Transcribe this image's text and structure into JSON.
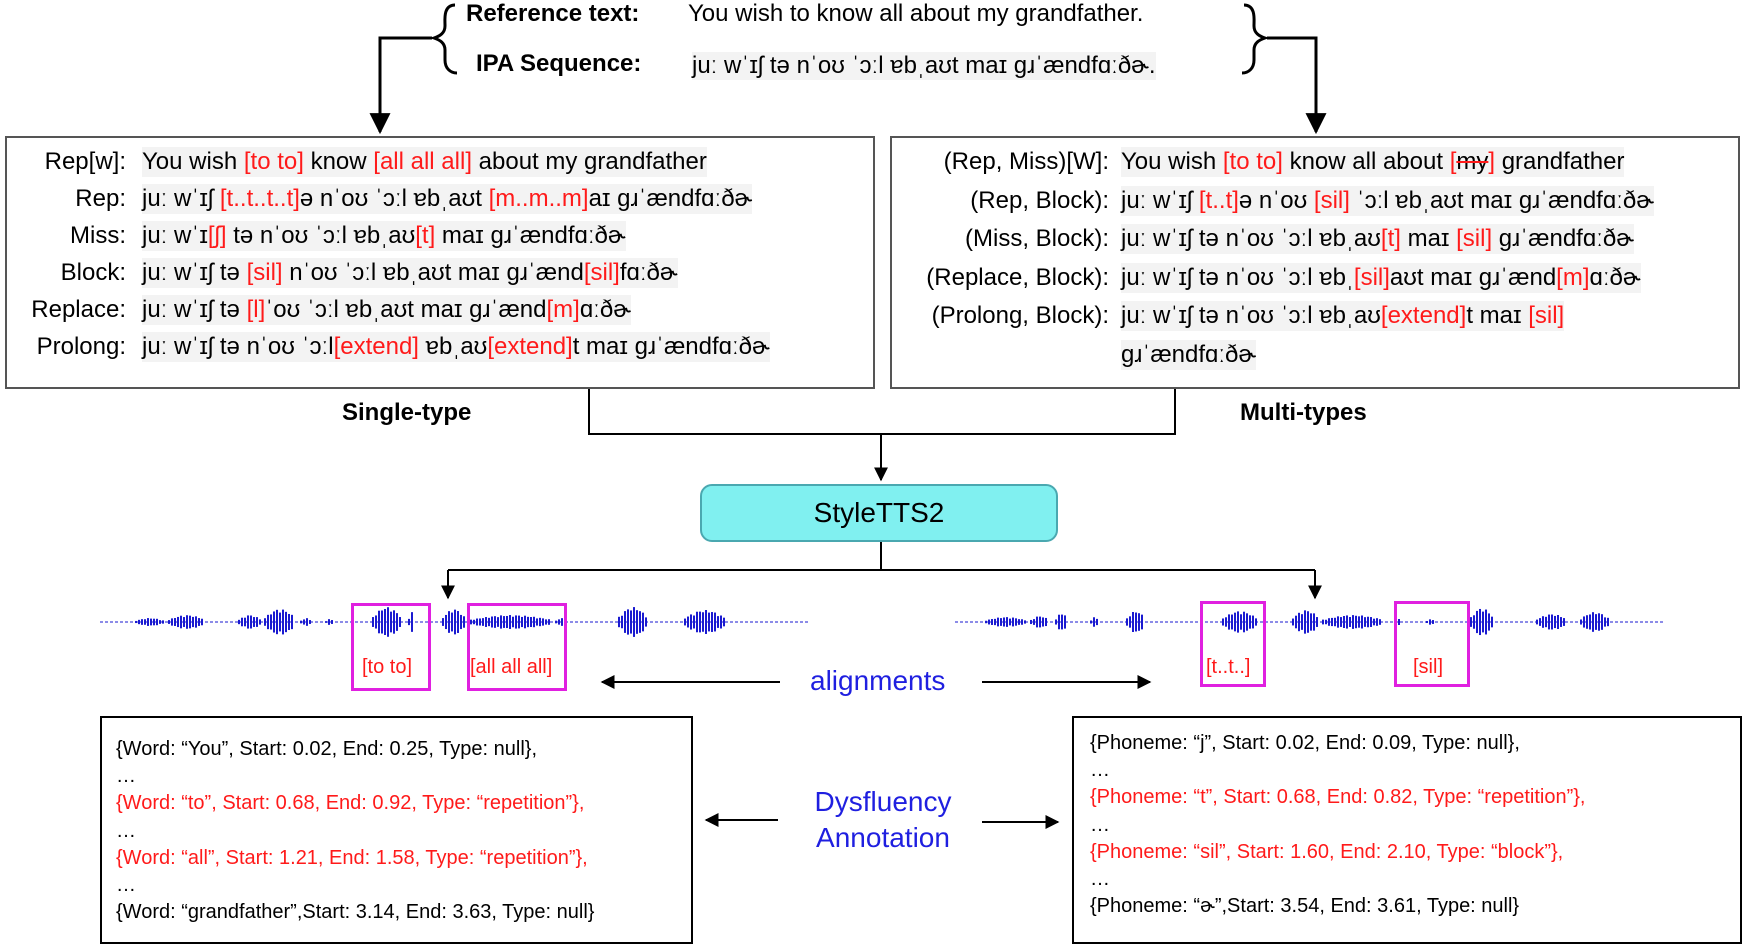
{
  "header": {
    "reference_label": "Reference text:",
    "reference_text": "You wish to know all about my grandfather.",
    "ipa_label": "IPA Sequence:",
    "ipa_text": "juː wˈɪʃ tə nˈoʊ ˈɔːl ɐbˌaʊt maɪ ɡɹˈændfɑːðɚ."
  },
  "single": {
    "caption": "Single-type",
    "rows": [
      {
        "label": "Rep[w]:",
        "parts": [
          [
            "You wish ",
            0
          ],
          [
            "[to to]",
            1
          ],
          [
            " know ",
            0
          ],
          [
            "[all all all]",
            1
          ],
          [
            " about my grandfather",
            0
          ]
        ]
      },
      {
        "label": "Rep:",
        "parts": [
          [
            "juː wˈɪʃ ",
            0
          ],
          [
            "[t..t..t..t]",
            1
          ],
          [
            "ə nˈoʊ ˈɔːl ɐbˌaʊt ",
            0
          ],
          [
            "[m..m..m]",
            1
          ],
          [
            "aɪ ɡɹˈændfɑːðɚ",
            0
          ]
        ]
      },
      {
        "label": "Miss:",
        "parts": [
          [
            "juː wˈɪ",
            0
          ],
          [
            "[ʃ]",
            1
          ],
          [
            " tə nˈoʊ ˈɔːl ɐbˌaʊ",
            0
          ],
          [
            "[t]",
            1
          ],
          [
            " maɪ ɡɹˈændfɑːðɚ",
            0
          ]
        ]
      },
      {
        "label": "Block:",
        "parts": [
          [
            "juː wˈɪʃ tə ",
            0
          ],
          [
            "[sil]",
            1
          ],
          [
            " nˈoʊ ˈɔːl ɐbˌaʊt maɪ ɡɹˈænd",
            0
          ],
          [
            "[sil]",
            1
          ],
          [
            "fɑːðɚ",
            0
          ]
        ]
      },
      {
        "label": "Replace:",
        "parts": [
          [
            "juː wˈɪʃ tə ",
            0
          ],
          [
            "[l]",
            1
          ],
          [
            "ˈoʊ ˈɔːl ɐbˌaʊt maɪ ɡɹˈænd",
            0
          ],
          [
            "[m]",
            1
          ],
          [
            "ɑːðɚ",
            0
          ]
        ]
      },
      {
        "label": "Prolong:",
        "parts": [
          [
            "juː wˈɪʃ tə nˈoʊ ˈɔːl",
            0
          ],
          [
            "[extend]",
            1
          ],
          [
            " ɐbˌaʊ",
            0
          ],
          [
            "[extend]",
            1
          ],
          [
            "t maɪ ɡɹˈændfɑːðɚ",
            0
          ]
        ]
      }
    ]
  },
  "multi": {
    "caption": "Multi-types",
    "rows": [
      {
        "label": "(Rep, Miss)[W]:",
        "parts": [
          [
            "You wish ",
            0
          ],
          [
            "[to to]",
            1
          ],
          [
            " know all about ",
            0
          ],
          [
            "[",
            1
          ],
          [
            "my",
            2
          ],
          [
            "]",
            1
          ],
          [
            " grandfather",
            0
          ]
        ]
      },
      {
        "label": "(Rep, Block):",
        "parts": [
          [
            "juː wˈɪʃ ",
            0
          ],
          [
            "[t..t]",
            1
          ],
          [
            "ə nˈoʊ ",
            0
          ],
          [
            "[sil]",
            1
          ],
          [
            " ˈɔːl ɐbˌaʊt maɪ ɡɹˈændfɑːðɚ",
            0
          ]
        ]
      },
      {
        "label": "(Miss, Block):",
        "parts": [
          [
            "juː wˈɪʃ tə nˈoʊ ˈɔːl ɐbˌaʊ",
            0
          ],
          [
            "[t]",
            1
          ],
          [
            " maɪ ",
            0
          ],
          [
            "[sil]",
            1
          ],
          [
            " ɡɹˈændfɑːðɚ",
            0
          ]
        ]
      },
      {
        "label": "(Replace, Block):",
        "parts": [
          [
            "juː wˈɪʃ tə nˈoʊ ˈɔːl ɐbˌ",
            0
          ],
          [
            "[sil]",
            1
          ],
          [
            "aʊt maɪ ɡɹˈænd",
            0
          ],
          [
            "[m]",
            1
          ],
          [
            "ɑːðɚ",
            0
          ]
        ]
      },
      {
        "label": "(Prolong, Block):",
        "parts": [
          [
            "juː wˈɪʃ tə nˈoʊ ˈɔːl ɐbˌaʊ",
            0
          ],
          [
            "[extend]",
            1
          ],
          [
            "t maɪ ",
            0
          ],
          [
            "[sil]",
            1
          ]
        ]
      },
      {
        "label": "",
        "parts": [
          [
            "ɡɹˈændfɑːðɚ",
            0
          ]
        ]
      }
    ]
  },
  "model_label": "StyleTTS2",
  "alignments_label": "alignments",
  "annotation_label": "Dysfluency Annotation",
  "annotation_label_line1": "Dysfluency",
  "annotation_label_line2": "Annotation",
  "waveform_left_labels": [
    "[to to]",
    "[all all all]"
  ],
  "waveform_right_labels": [
    "[t..t..]",
    "[sil]"
  ],
  "word_annotations": [
    {
      "text": "{Word: “You”,     Start: 0.02, End: 0.25, Type: null},",
      "red": false
    },
    {
      "text": "…",
      "red": false
    },
    {
      "text": "{Word: “to”, Start: 0.68, End: 0.92, Type: “repetition”},",
      "red": true
    },
    {
      "text": "…",
      "red": false
    },
    {
      "text": "{Word: “all”,     Start: 1.21, End: 1.58, Type: “repetition”},",
      "red": true
    },
    {
      "text": "…",
      "red": false
    },
    {
      "text": "{Word: “grandfather”,Start: 3.14, End: 3.63, Type: null}",
      "red": false
    }
  ],
  "phoneme_annotations": [
    {
      "text": "{Phoneme: “j”,     Start: 0.02, End: 0.09, Type: null},",
      "red": false
    },
    {
      "text": "…",
      "red": false
    },
    {
      "text": "{Phoneme: “t”, Start: 0.68, End: 0.82, Type: “repetition”},",
      "red": true
    },
    {
      "text": "…",
      "red": false
    },
    {
      "text": "{Phoneme: “sil”,     Start: 1.60, End: 2.10, Type: “block”},",
      "red": true
    },
    {
      "text": "…",
      "red": false
    },
    {
      "text": "{Phoneme: “ɚ”,Start: 3.54, End: 3.61, Type: null}",
      "red": false
    }
  ],
  "colors": {
    "highlight": "#ff1a1a",
    "accent": "#1f1fe0",
    "model_fill": "#80f0f0",
    "alignment_box": "#e020e0",
    "waveform": "#1a1ad0"
  }
}
